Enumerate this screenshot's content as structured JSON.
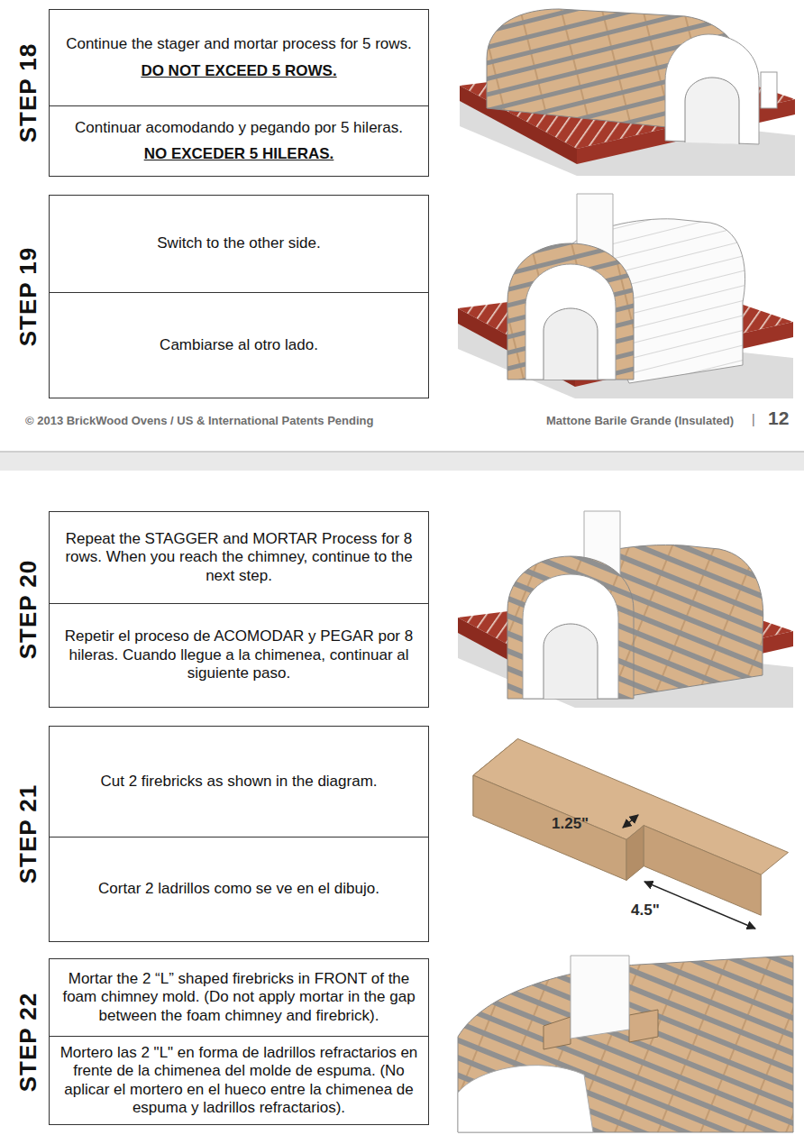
{
  "diagram": {
    "nodes": [
      {
        "text": [
          "STEP 18"
        ]
      },
      {
        "text": [
          "Continue the stager and mortar process for 5 rows.",
          "DO NOT EXCEED 5 ROWS."
        ],
        "in": 0
      },
      {
        "text": [
          "Continuar acomodando y pegando por 5 hileras.",
          "NO EXCEDER 5 HILERAS."
        ],
        "in": 0
      },
      {
        "text": [
          "STEP 19"
        ]
      },
      {
        "text": [
          "Switch to the other side."
        ],
        "in": 3
      },
      {
        "text": [
          "Cambiarse al otro lado."
        ],
        "in": 3
      },
      {
        "text": [
          "STEP 20"
        ]
      },
      {
        "text": [
          "Repeat the STAGGER and MORTAR Process for 8 rows. When you reach the chimney, continue to the next step."
        ],
        "in": 6
      },
      {
        "text": [
          "Repetir el proceso de ACOMODAR y PEGAR por 8 hileras. Cuando llegue a la chimenea, continuar al siguiente paso."
        ],
        "in": 6
      },
      {
        "text": [
          "STEP 21"
        ]
      },
      {
        "text": [
          "Cut 2 firebricks as shown in the diagram."
        ],
        "in": 9
      },
      {
        "text": [
          "Cortar 2 ladrillos como se ve en el dibujo."
        ],
        "in": 9
      },
      {
        "text": [
          "STEP 22"
        ]
      },
      {
        "text": [
          "Mortar the 2 “L” shaped firebricks in FRONT of the foam chimney mold. (Do not apply mortar in the gap between the foam chimney and firebrick)."
        ],
        "in": 12
      },
      {
        "text": [
          "Mortero las 2 \"L\" en forma de ladrillos refractarios en frente de la chimenea del molde de espuma. (No aplicar el mortero en el hueco entre la chimenea de espuma y ladrillos refractarios)."
        ],
        "in": 12
      }
    ],
    "labels": [
      "© 2013 BrickWood Ovens / US & International Patents Pending",
      "Mattone Barile Grande (Insulated)",
      "|",
      "12",
      "1.25\"",
      "4.5\""
    ]
  }
}
